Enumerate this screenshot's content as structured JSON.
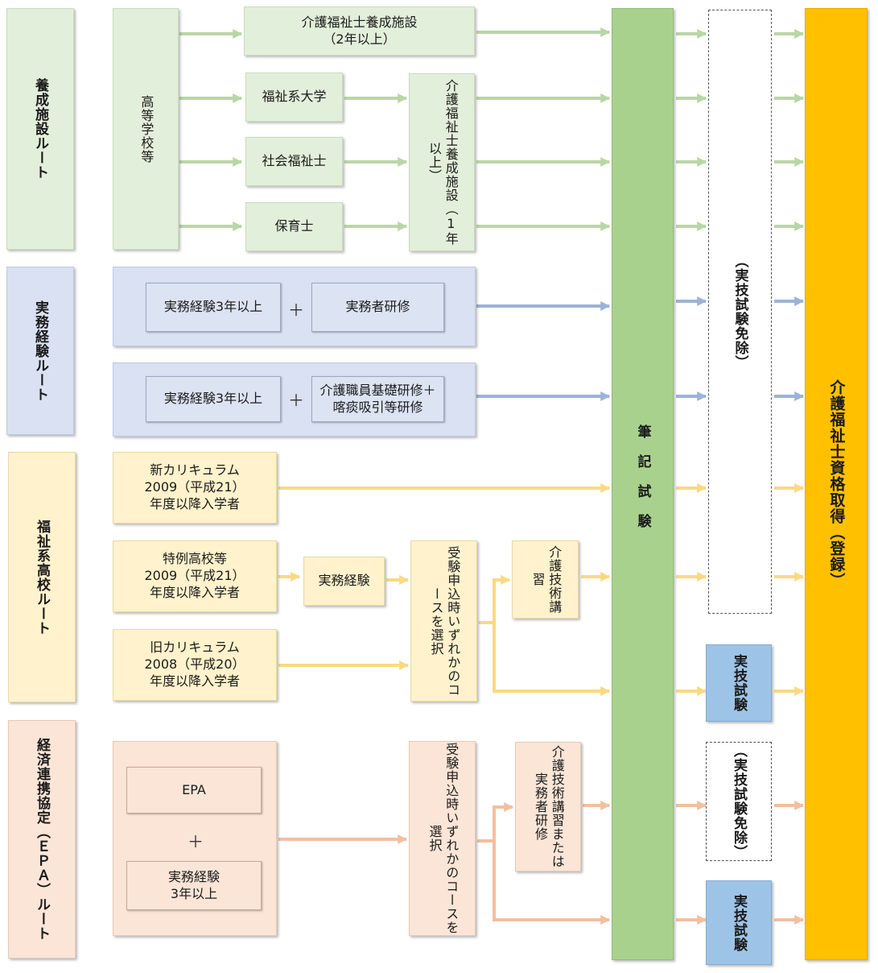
{
  "routes": {
    "training": "養成施設ルート",
    "practical_experience": "実務経験ルート",
    "welfare_high_school": "福祉系高校ルート",
    "epa": "経済連携協定（ＥＰＡ）ルート"
  },
  "training_route": {
    "high_school": "高等学校等",
    "facility_2yr_line1": "介護福祉士養成施設",
    "facility_2yr_line2": "（2年以上）",
    "welfare_university": "福祉系大学",
    "social_worker": "社会福祉士",
    "nursery_teacher": "保育士",
    "facility_1yr": "介護福祉士養成施設（1年以上）"
  },
  "experience_route": {
    "exp1": "実務経験3年以上",
    "plus": "＋",
    "practitioner_training": "実務者研修",
    "exp2": "実務経験3年以上",
    "basic_training_line1": "介護職員基礎研修＋",
    "basic_training_line2": "喀痰吸引等研修"
  },
  "high_school_route": {
    "new_curr_line1": "新カリキュラム",
    "new_curr_line2": "2009（平成21）",
    "new_curr_line3": "年度以降入学者",
    "special_line1": "特例高校等",
    "special_line2": "2009（平成21）",
    "special_line3": "年度以降入学者",
    "work_experience": "実務経験",
    "old_curr_line1": "旧カリキュラム",
    "old_curr_line2": "2008（平成20）",
    "old_curr_line3": "年度以降入学者",
    "choose_course": "受験申込時いずれかのコースを選択",
    "skills_course": "介護技術講習"
  },
  "epa_route": {
    "epa": "EPA",
    "plus": "＋",
    "exp_line1": "実務経験",
    "exp_line2": "3年以上",
    "choose_course": "受験申込時いずれかのコースを選択",
    "course_options": "介護技術講習または実務者研修"
  },
  "exams": {
    "written": "筆記試験",
    "exemption_1": "（実技試験免除）",
    "practical_1": "実技試験",
    "exemption_2": "（実技試験免除）",
    "practical_2": "実技試験",
    "qualification": "介護福祉士資格取得（登録）"
  },
  "colors": {
    "green_arrow": "#b9d7a6",
    "blue_arrow": "#9db3d6",
    "yellow_arrow": "#f9d984",
    "peach_arrow": "#f2bfa0",
    "written_exam": "#a9d18e",
    "qualification": "#ffc000",
    "practical_exam": "#9dc3e6"
  }
}
